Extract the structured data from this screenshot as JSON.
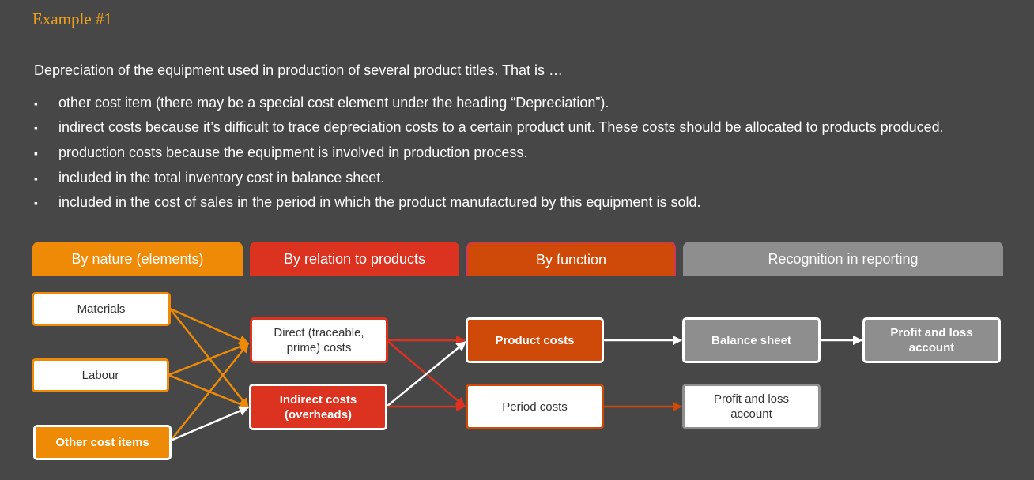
{
  "title": "Example #1",
  "intro": "Depreciation of the equipment used in production of several product titles. That is …",
  "bullets": [
    "other cost item (there may be a special cost element under the heading “Depreciation”).",
    "indirect costs because it’s difficult to trace depreciation costs to a certain product unit. These costs should be allocated to products produced.",
    "production costs because the equipment is involved in production process.",
    "included in the total inventory cost in balance sheet.",
    "included in the cost of sales in the period in which the product manufactured by this equipment is sold."
  ],
  "bullet_symbol": "▪",
  "headers": {
    "nature": "By nature (elements)",
    "relation": "By relation to products",
    "function": "By function",
    "recognition": "Recognition in reporting"
  },
  "boxes": {
    "materials": "Materials",
    "labour": "Labour",
    "other_cost_items": "Other cost items",
    "direct_line1": "Direct (traceable,",
    "direct_line2": "prime) costs",
    "indirect_line1": "Indirect costs",
    "indirect_line2": "(overheads)",
    "product_costs": "Product costs",
    "period_costs": "Period costs",
    "balance_sheet": "Balance sheet",
    "pl_top_line1": "Profit and loss",
    "pl_top_line2": "account",
    "pl_bottom_line1": "Profit and loss",
    "pl_bottom_line2": "account"
  },
  "colors": {
    "background": "#474747",
    "title": "#f1a21c",
    "orange": "#ee8a06",
    "red": "#dc3220",
    "dark_orange": "#cf4a08",
    "grey": "#8e8e8e",
    "white": "#ffffff"
  }
}
